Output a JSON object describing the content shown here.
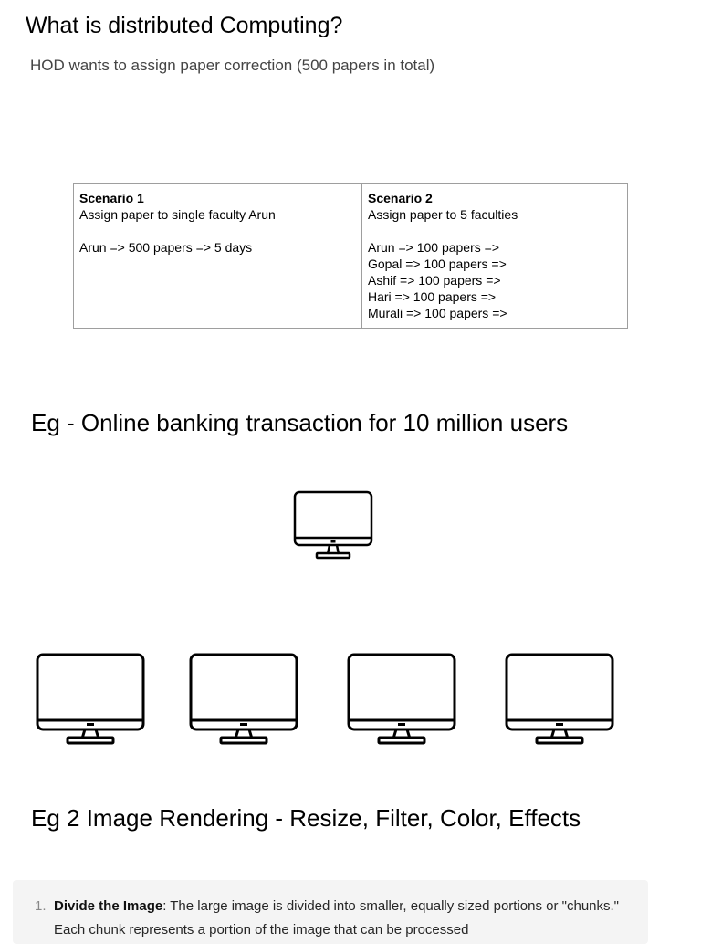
{
  "title": "What is distributed Computing?",
  "subtitle": "HOD wants to assign paper correction (500 papers in total)",
  "scenario_table": {
    "col1": {
      "heading": "Scenario 1",
      "description": "Assign paper to single faculty Arun",
      "lines": [
        "Arun  => 500 papers => 5 days"
      ]
    },
    "col2": {
      "heading": "Scenario 2",
      "description": "Assign paper to 5 faculties",
      "lines": [
        "Arun   => 100 papers    =>",
        "Gopal => 100 papers    =>",
        "Ashif => 100 papers     =>",
        "Hari => 100 papers      =>",
        "Murali => 100 papers   =>"
      ]
    }
  },
  "examples": {
    "banking": "Eg - Online banking transaction for 10 million users",
    "rendering": "Eg 2 Image Rendering  - Resize, Filter, Color, Effects"
  },
  "icons": {
    "monitor": "desktop-monitor-icon"
  },
  "answer": {
    "items": [
      {
        "number": "1.",
        "bold": "Divide the Image",
        "text": ": The large image is divided into smaller, equally sized portions or \"chunks.\" Each chunk represents a portion of the image that can be processed"
      }
    ]
  },
  "colors": {
    "text": "#000000",
    "subtitle": "#444444",
    "table_border": "#9e9e9e",
    "answer_bg": "#f4f4f4"
  }
}
